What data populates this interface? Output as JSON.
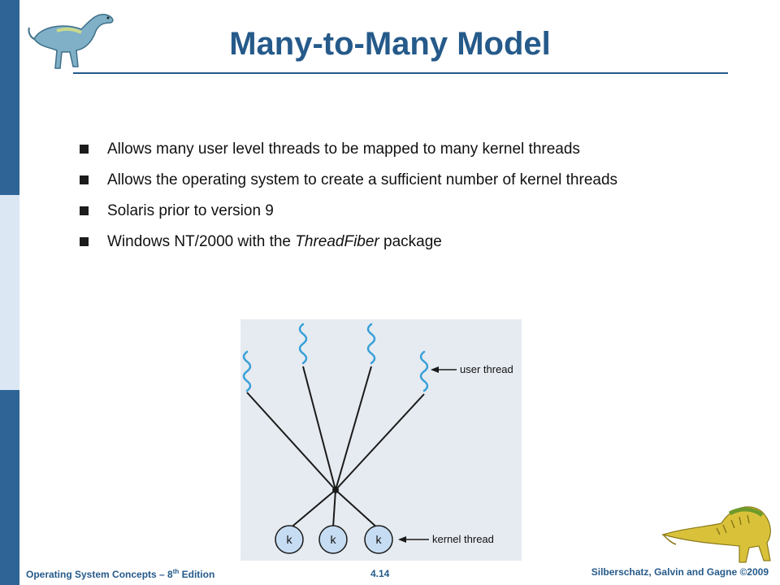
{
  "slide": {
    "title": "Many-to-Many Model",
    "bullets": [
      {
        "text": "Allows many user level threads to be mapped to many kernel threads"
      },
      {
        "text": "Allows the  operating system to create a sufficient number of kernel threads"
      },
      {
        "text": "Solaris prior to version 9"
      },
      {
        "text_before": "Windows NT/2000 with the ",
        "text_em": "ThreadFiber",
        "text_after": " package"
      }
    ]
  },
  "diagram": {
    "user_thread_label": "user thread",
    "kernel_thread_label": "kernel thread",
    "kernel_node_label": "k"
  },
  "footer": {
    "book_title": "Operating System Concepts  – 8",
    "edition_sup": "th",
    "edition_suffix": " Edition",
    "page_number": "4.14",
    "copyright": "Silberschatz, Galvin and Gagne ©2009"
  },
  "colors": {
    "accent": "#255a8a",
    "sidebar_dark": "#2f6496",
    "sidebar_light": "#dbe7f3",
    "diagram_bg": "#e6ebf1",
    "thread_wave": "#3aa0d8",
    "kernel_node": "#c6dcf2"
  }
}
